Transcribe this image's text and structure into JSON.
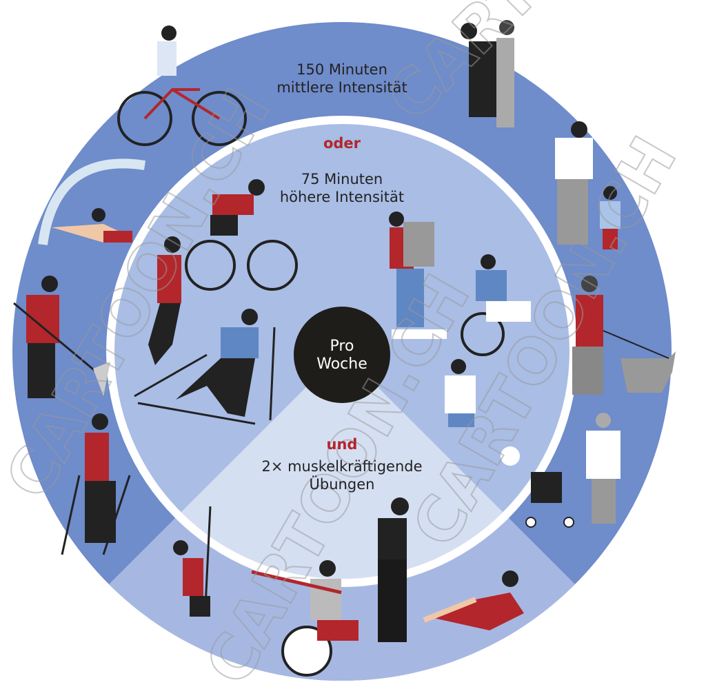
{
  "outer": {
    "line1": "150 Minuten",
    "line2": "mittlere Intensität"
  },
  "separator_or": "oder",
  "inner": {
    "line1": "75 Minuten",
    "line2": "höhere Intensität"
  },
  "center": {
    "line1": "Pro",
    "line2": "Woche"
  },
  "separator_and": "und",
  "strength": {
    "line1": "2× muskelkräftigende",
    "line2": "Übungen"
  },
  "watermark": "CARTOON.CH",
  "colors": {
    "outer_ring": "#6f8ccb",
    "outer_wedge": "#a6b8e2",
    "inner": "#a9bde5",
    "inner_wedge": "#d5dff2",
    "center": "#1f1d1a",
    "accent": "#b3262b"
  }
}
